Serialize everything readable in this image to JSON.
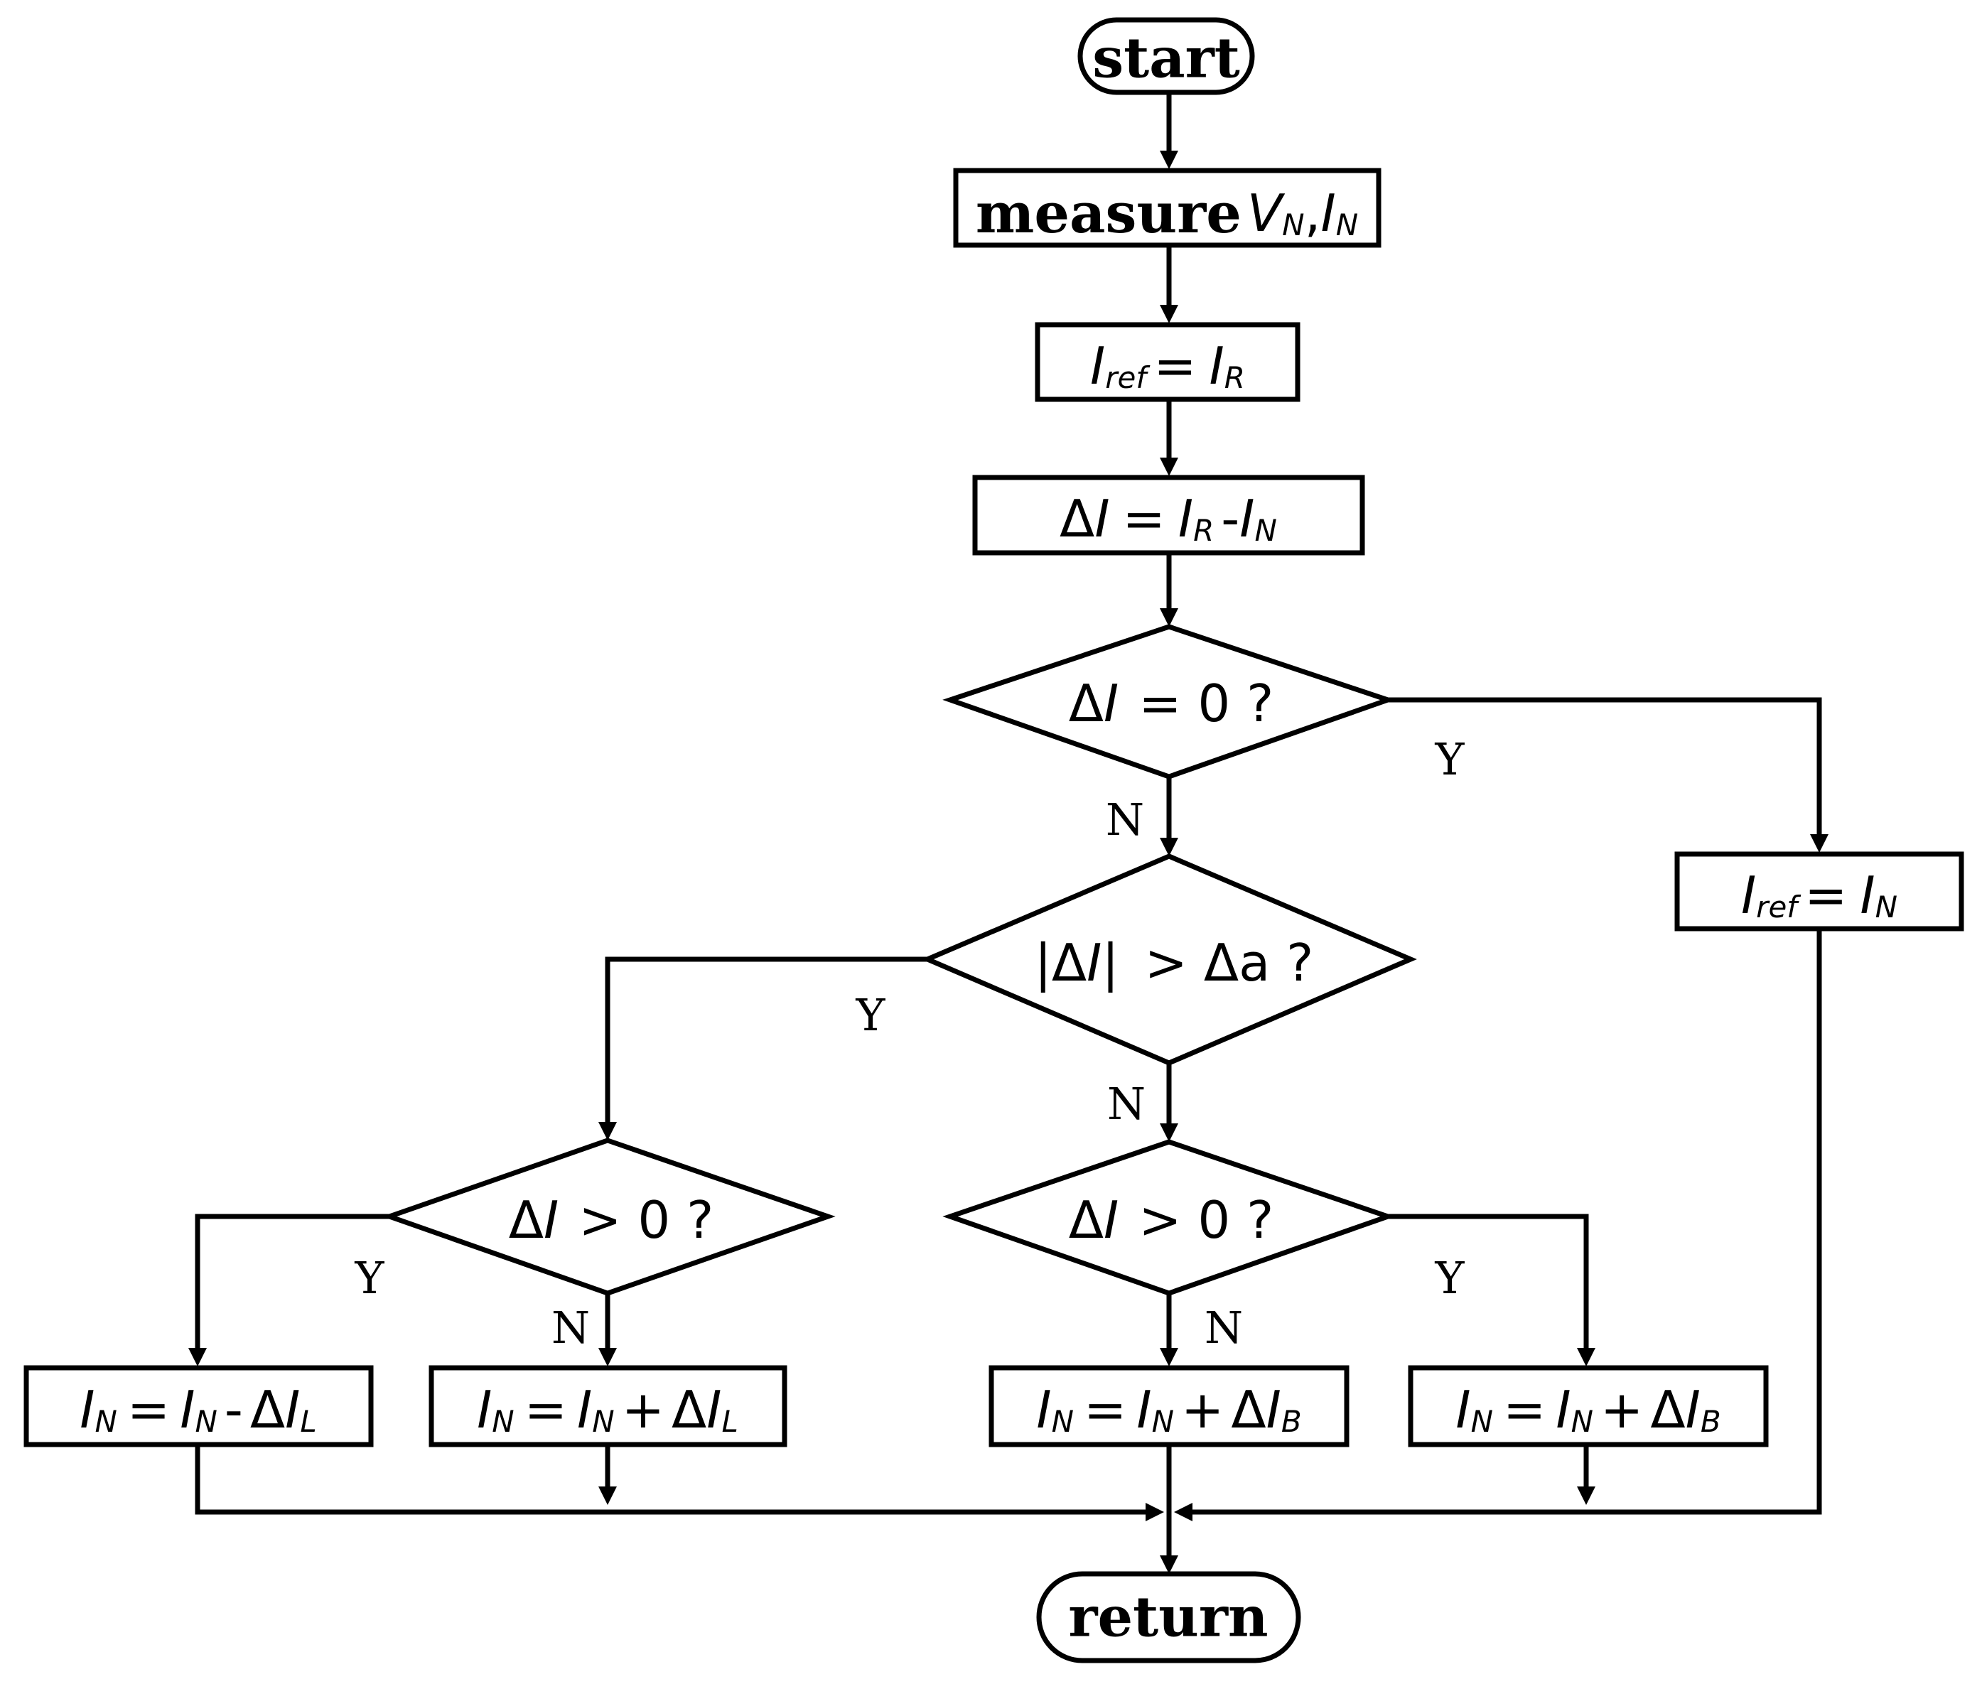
{
  "terminals": {
    "start": "start",
    "return": "return"
  },
  "process": {
    "measure": {
      "word": "measure",
      "v": "V",
      "v_sub": "N",
      "comma": ",",
      "i": "I",
      "i_sub": "N"
    },
    "iref_r": {
      "i": "I",
      "i_sub": "ref",
      "eq": "=",
      "r": "I",
      "r_sub": "R"
    },
    "delta": {
      "d": "Δ",
      "i": "I",
      "eq": "=",
      "r": "I",
      "r_sub": "R",
      "minus": "-",
      "n": "I",
      "n_sub": "N"
    },
    "iref_n": {
      "i": "I",
      "i_sub": "ref",
      "eq": "=",
      "n": "I",
      "n_sub": "N"
    },
    "out1": {
      "a": "I",
      "a_sub": "N",
      "eq": "=",
      "b": "I",
      "b_sub": "N",
      "op": "-",
      "d": "Δ",
      "c": "I",
      "c_sub": "L"
    },
    "out2": {
      "a": "I",
      "a_sub": "N",
      "eq": "=",
      "b": "I",
      "b_sub": "N",
      "op": "+",
      "d": "Δ",
      "c": "I",
      "c_sub": "L"
    },
    "out3": {
      "a": "I",
      "a_sub": "N",
      "eq": "=",
      "b": "I",
      "b_sub": "N",
      "op": "+",
      "d": "Δ",
      "c": "I",
      "c_sub": "B"
    },
    "out4": {
      "a": "I",
      "a_sub": "N",
      "eq": "=",
      "b": "I",
      "b_sub": "N",
      "op": "+",
      "d": "Δ",
      "c": "I",
      "c_sub": "B"
    }
  },
  "decisions": {
    "zero": {
      "d": "Δ",
      "i": "I",
      "rest": "= 0 ?"
    },
    "abs": {
      "bar": "|",
      "d": "Δ",
      "i": "I",
      "bar2": "|",
      "rest": "> Δa ?"
    },
    "left": {
      "d": "Δ",
      "i": "I",
      "rest": "> 0 ?"
    },
    "mid": {
      "d": "Δ",
      "i": "I",
      "rest": "> 0 ?"
    }
  },
  "labels": {
    "yes": "Y",
    "no": "N"
  }
}
